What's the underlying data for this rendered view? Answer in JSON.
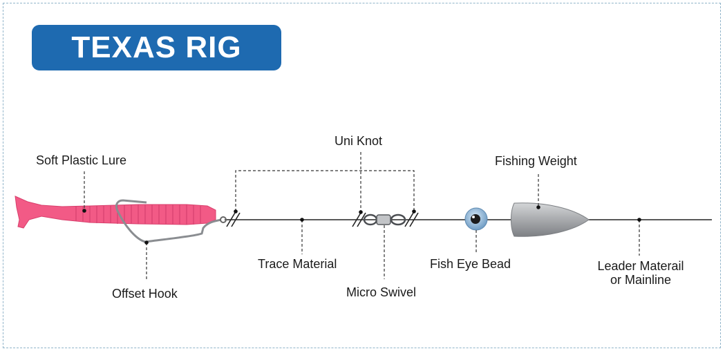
{
  "title": "TEXAS RIG",
  "labels": {
    "soft_plastic_lure": "Soft Plastic Lure",
    "offset_hook": "Offset Hook",
    "trace_material": "Trace Material",
    "uni_knot": "Uni Knot",
    "micro_swivel": "Micro Swivel",
    "fish_eye_bead": "Fish Eye Bead",
    "fishing_weight": "Fishing Weight",
    "leader_line1": "Leader Materail",
    "leader_line2": "or Mainline"
  },
  "colors": {
    "title_bg": "#1e6ab0",
    "lure": "#f25a86",
    "line": "#222222",
    "weight": "#a9abae",
    "bead": "#8fb8da"
  }
}
